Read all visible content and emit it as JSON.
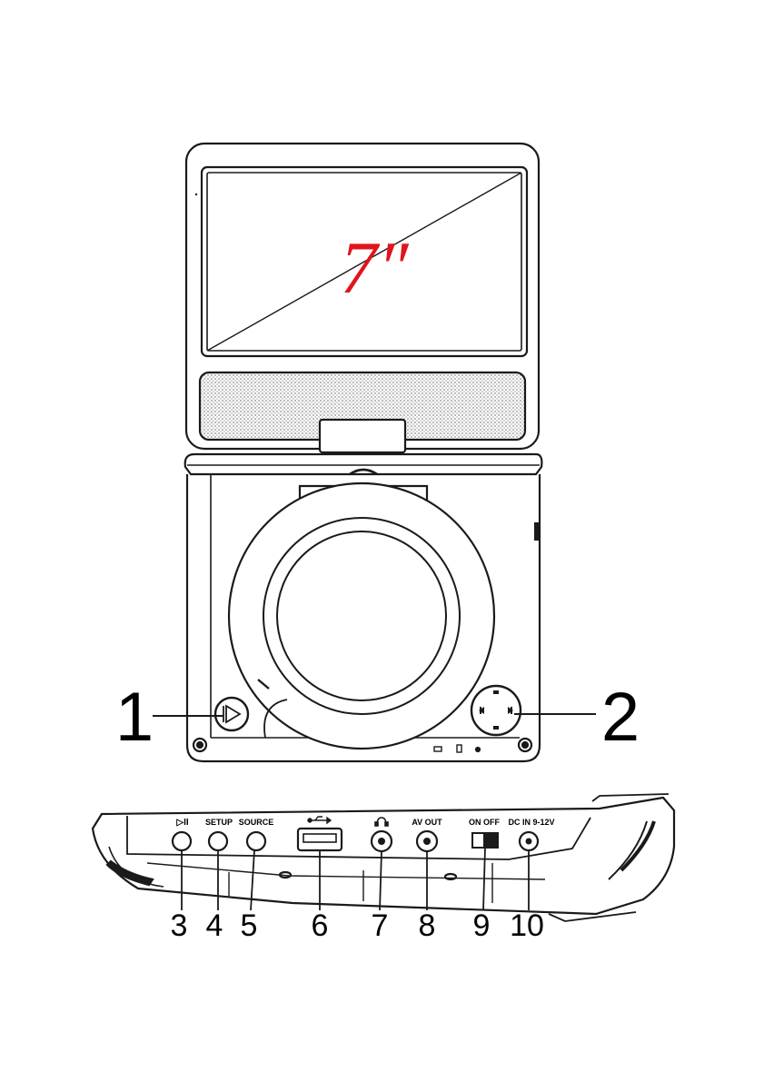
{
  "diagram": {
    "screen_size_label": "7″",
    "callouts": {
      "c1": "1",
      "c2": "2",
      "c3": "3",
      "c4": "4",
      "c5": "5",
      "c6": "6",
      "c7": "7",
      "c8": "8",
      "c9": "9",
      "c10": "10"
    },
    "side_panel_labels": {
      "play_pause": "▷II",
      "setup": "SETUP",
      "source": "SOURCE",
      "av_out": "AV  OUT",
      "on_off": "ON   OFF",
      "dc_in": "DC  IN  9-12V"
    },
    "colors": {
      "line": "#1a1a1a",
      "accent": "#e0141e",
      "background": "#ffffff"
    },
    "icons": {
      "usb": "usb-icon",
      "headphone": "headphone-icon",
      "open_lid": "open-icon",
      "navigation_pad": "navigation-pad-icon"
    }
  }
}
